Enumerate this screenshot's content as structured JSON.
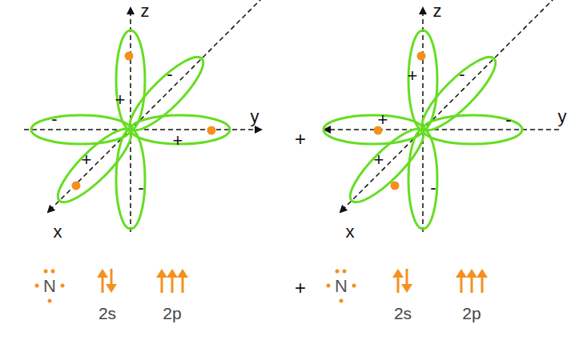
{
  "diagram": {
    "labels": [
      "z",
      "y",
      "x",
      "+",
      "-",
      "-",
      "+",
      "+",
      "-",
      "+",
      "z",
      "y",
      "x",
      "+",
      "-",
      "+",
      "-",
      "+",
      "-",
      "N",
      "2s",
      "2p",
      "+",
      "N",
      "2s",
      "2p"
    ]
  }
}
